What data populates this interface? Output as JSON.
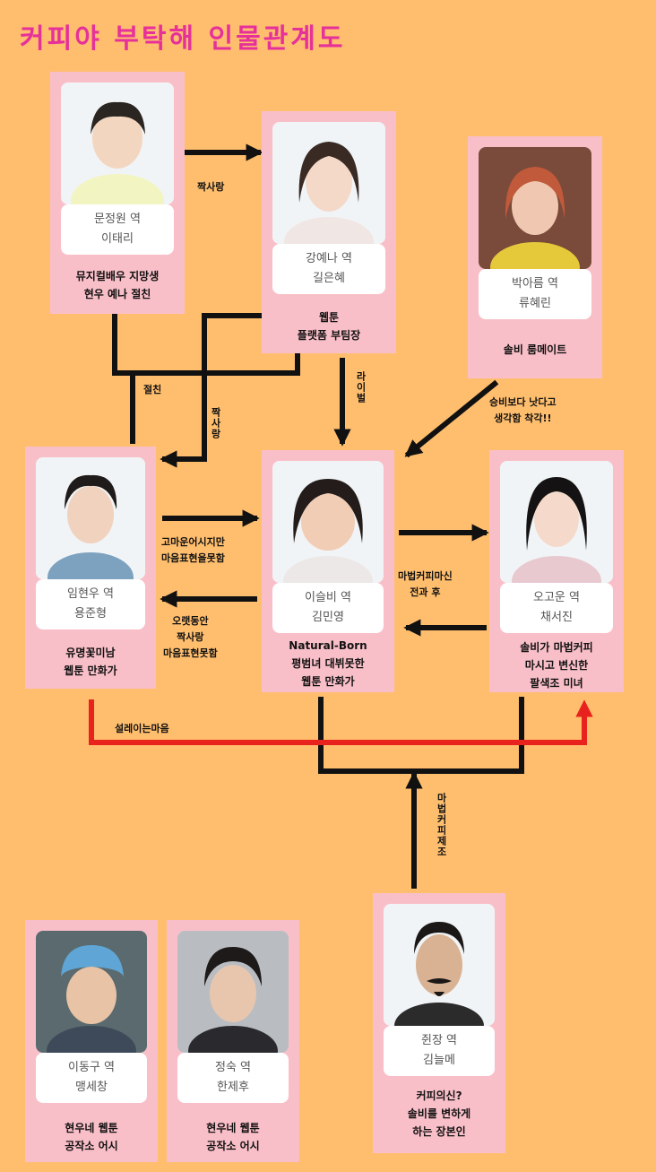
{
  "title": "커피야 부탁해 인물관계도",
  "characters": {
    "moon": {
      "role": "문정원 역",
      "actor": "이태리",
      "desc": [
        "뮤지컬배우 지망생",
        "현우 예나 절친"
      ]
    },
    "kang": {
      "role": "강예나 역",
      "actor": "길은혜",
      "desc": [
        "웹툰",
        "플랫폼 부팀장"
      ]
    },
    "park": {
      "role": "박아름 역",
      "actor": "류혜린",
      "desc": [
        "솔비 룸메이트"
      ]
    },
    "lim": {
      "role": "임현우 역",
      "actor": "용준형",
      "desc": [
        "유명꽃미남",
        "웹툰 만화가"
      ]
    },
    "lee": {
      "role": "이슬비 역",
      "actor": "김민영",
      "desc": [
        "Natural-Born",
        "평범녀 대뷔못한",
        "웹툰 만화가"
      ]
    },
    "oh": {
      "role": "오고운 역",
      "actor": "채서진",
      "desc": [
        "솔비가 마법커피",
        "마시고 변신한",
        "팔색조 미녀"
      ]
    },
    "dong": {
      "role": "이동구 역",
      "actor": "맹세창",
      "desc": [
        "현우네 웹툰",
        "공작소 어시"
      ]
    },
    "jung": {
      "role": "정숙 역",
      "actor": "한제후",
      "desc": [
        "현우네 웹툰",
        "공작소 어시"
      ]
    },
    "boss": {
      "role": "쥔장 역",
      "actor": "김늘메",
      "desc": [
        "커피의신?",
        "솔비를 변하게",
        "하는 장본인"
      ]
    }
  },
  "relations": {
    "moon_kang": "짝사랑",
    "moon_lim": "절친",
    "kang_lim": "짝사랑",
    "kang_lee": "라이벌",
    "park_lee": [
      "승비보다 낫다고",
      "생각함 착각!!"
    ],
    "lim_lee": [
      "고마운어시지만",
      "마음표현을못함"
    ],
    "lee_lim": [
      "오랫동안",
      "짝사랑",
      "마음표현못함"
    ],
    "lee_oh": [
      "마법커피마신",
      "전과 후"
    ],
    "lim_oh": "설레이는마음",
    "boss_lee": "마법커피제조"
  },
  "colors": {
    "background": "#FFBE6E",
    "title": "#E6309A",
    "card": "#F9BFC8",
    "line": "#111111",
    "red_line": "#E8221D"
  }
}
